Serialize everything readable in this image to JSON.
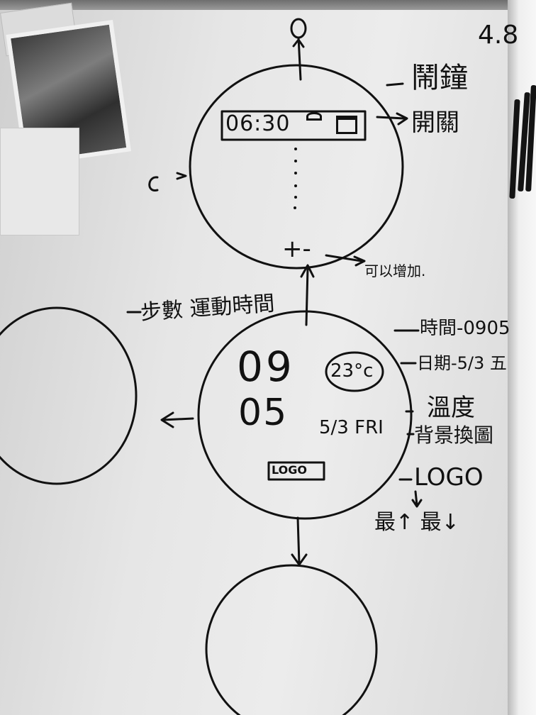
{
  "board": {
    "corner_note": "4.8",
    "top_screen": {
      "alarm_time": "06:30",
      "alarm_label": "鬧鐘",
      "switch_label": "開關",
      "add_note": "可以增加.",
      "plus_minus": "+-"
    },
    "left_screen": {
      "label": "步數 運動時間"
    },
    "main_screen": {
      "hour": "09",
      "minute": "05",
      "temperature": "23°c",
      "date": "5/3 FRI",
      "logo": "LOGO"
    },
    "annotations": [
      {
        "text": "時間-0905"
      },
      {
        "text": "日期-5/3 五"
      },
      {
        "text": "溫度"
      },
      {
        "text": "背景換圖"
      },
      {
        "text": "LOGO"
      }
    ],
    "logo_sizes": "最↑ 最↓"
  },
  "colors": {
    "ink": "#111111",
    "whiteboard": "#e6e6e6",
    "frame": "#7a7a7a"
  }
}
